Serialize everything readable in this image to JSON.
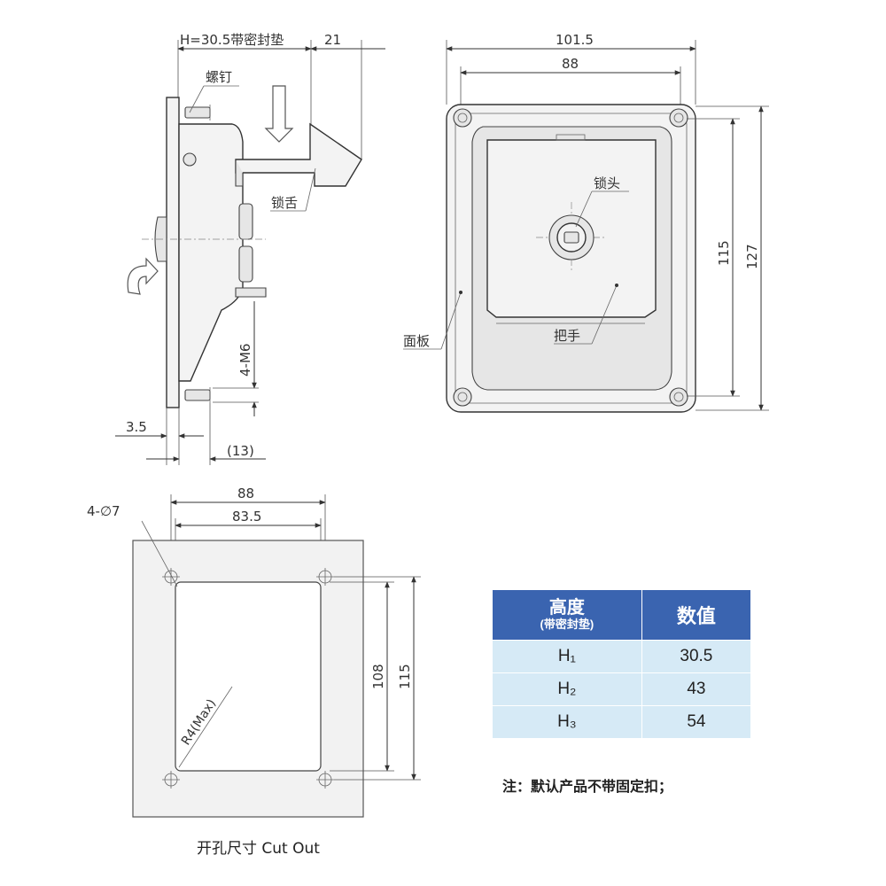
{
  "side_view": {
    "height_label": "H=30.5带密封垫",
    "dim_21": "21",
    "screw_label": "螺钉",
    "tongue_label": "锁舌",
    "thread_label": "4-M6",
    "dim_3_5": "3.5",
    "dim_13": "(13)"
  },
  "front_view": {
    "width_outer": "101.5",
    "width_inner": "88",
    "height_inner": "115",
    "height_outer": "127",
    "lock_label": "锁头",
    "panel_label": "面板",
    "handle_label": "把手"
  },
  "cutout_view": {
    "hole_label": "4-∅7",
    "width_outer": "88",
    "width_inner": "83.5",
    "height_inner": "108",
    "height_outer": "115",
    "radius_label": "R4(Max)",
    "caption": "开孔尺寸  Cut Out"
  },
  "table": {
    "header_height": "高度",
    "header_height_sub": "(带密封垫)",
    "header_value": "数值",
    "rows": [
      {
        "name": "H₁",
        "value": "30.5"
      },
      {
        "name": "H₂",
        "value": "43"
      },
      {
        "name": "H₃",
        "value": "54"
      }
    ]
  },
  "note": "注：默认产品不带固定扣；"
}
